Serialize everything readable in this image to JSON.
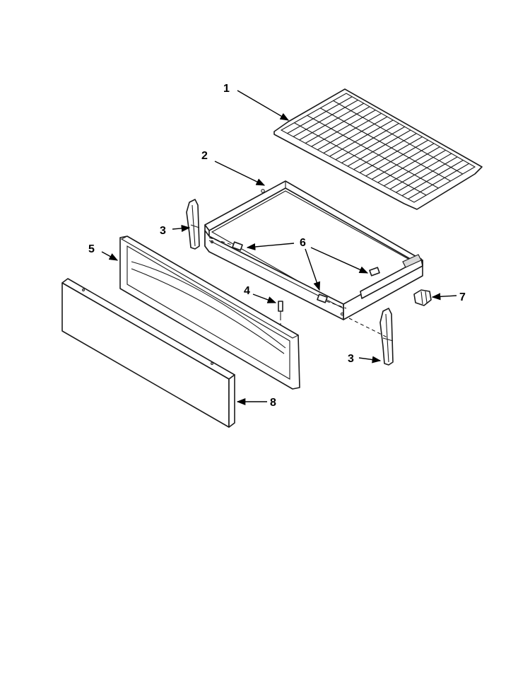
{
  "diagram": {
    "callouts": [
      {
        "id": "rack",
        "label": "1"
      },
      {
        "id": "drawer",
        "label": "2"
      },
      {
        "id": "slide-left",
        "label": "3"
      },
      {
        "id": "slide-right",
        "label": "3"
      },
      {
        "id": "pin",
        "label": "4"
      },
      {
        "id": "inner-panel",
        "label": "5"
      },
      {
        "id": "screws",
        "label": "6"
      },
      {
        "id": "clip",
        "label": "7"
      },
      {
        "id": "front-panel",
        "label": "8"
      }
    ]
  }
}
